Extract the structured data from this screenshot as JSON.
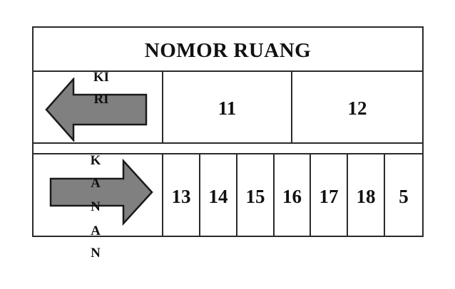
{
  "title": "NOMOR RUANG",
  "left": {
    "label_line1": "KI",
    "label_line2": "RI"
  },
  "right": {
    "letters": [
      "K",
      "A",
      "N",
      "A",
      "N"
    ]
  },
  "rooms_top": [
    "11",
    "12"
  ],
  "rooms_bottom": [
    "13",
    "14",
    "15",
    "16",
    "17",
    "18",
    "5"
  ],
  "colors": {
    "arrow_fill": "#808080",
    "border": "#2a2a2a",
    "background": "#ffffff"
  },
  "icons": {
    "left": "arrow-left-icon",
    "right": "arrow-right-icon"
  }
}
